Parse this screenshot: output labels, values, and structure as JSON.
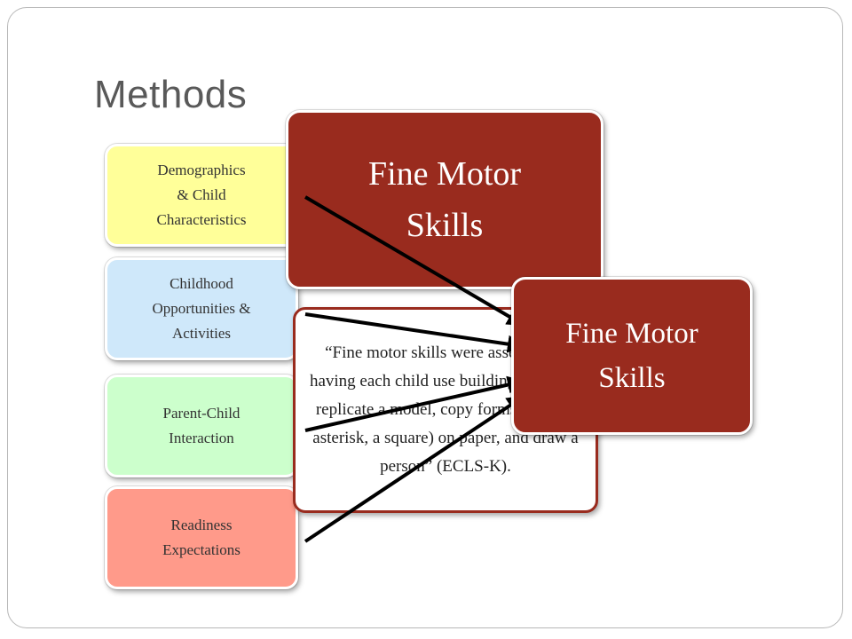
{
  "title": "Methods",
  "boxes": {
    "demographics": "Demographics\n& Child\nCharacteristics",
    "opportunities": "Childhood\nOpportunities &\nActivities",
    "parent_child": "Parent-Child\nInteraction",
    "readiness": "Readiness\nExpectations",
    "center_construct": "Fine Motor\nSkills",
    "description": "“Fine motor skills were assessed by having each child use building blocks to replicate a model, copy forms (e.g., an asterisk, a square) on paper, and draw a person” (ECLS-K).",
    "outcome": "Fine Motor\nSkills"
  },
  "colors": {
    "demographics": "#ffff99",
    "opportunities": "#cfe8fa",
    "parent_child": "#ccffcc",
    "readiness": "#ff9a8a",
    "construct": "#992b1e"
  }
}
